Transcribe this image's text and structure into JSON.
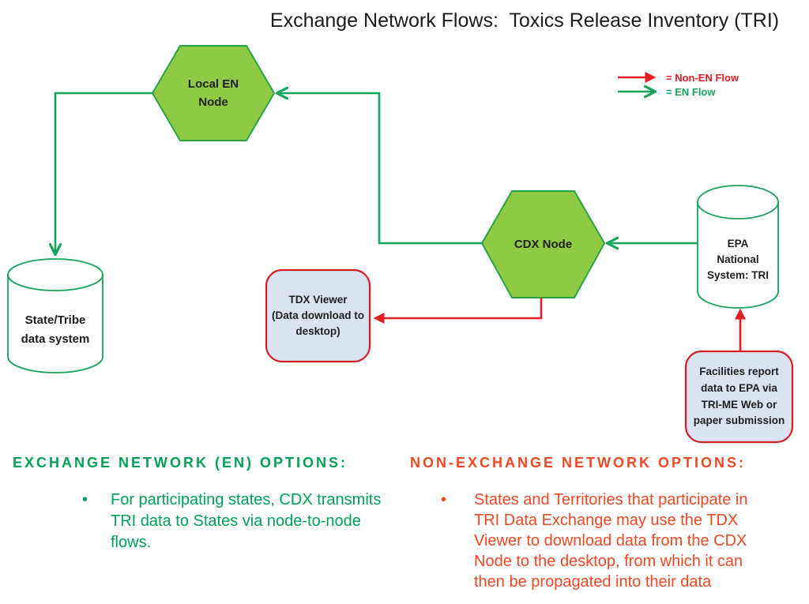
{
  "title": "Exchange Network Flows:  Toxics Release Inventory (TRI)",
  "legend": {
    "non_en_label": "= Non-EN Flow",
    "en_label": "= EN Flow"
  },
  "nodes": {
    "local_en_node": "Local EN\nNode",
    "cdx_node": "CDX Node",
    "state_tribe_system": "State/Tribe\ndata system",
    "epa_national_system": "EPA\nNational\nSystem: TRI",
    "tdx_viewer": "TDX Viewer\n(Data download to\ndesktop)",
    "facilities_report": "Facilities report\ndata to EPA via\nTRI-ME Web or\npaper submission"
  },
  "sections": {
    "en_options": {
      "heading": "EXCHANGE NETWORK (EN) OPTIONS:",
      "bullet_marker": "•",
      "bullet": "For participating states, CDX transmits\nTRI data to States via node-to-node\nflows."
    },
    "non_en_options": {
      "heading": "NON-EXCHANGE NETWORK OPTIONS:",
      "bullet_marker": "•",
      "bullet": "States and Territories that participate in\nTRI Data Exchange may use the TDX\nViewer to download data from the CDX\nNode to the desktop, from which it can\nthen be propagated into their data"
    }
  },
  "colors": {
    "en_flow_green": "#17a45c",
    "non_en_flow_red": "#e31e24",
    "hexagon_fill": "#8fca45",
    "hexagon_stroke": "#2aa344",
    "cylinder_stroke": "#17a45c",
    "box_fill": "#dbe2f0",
    "box_stroke": "#d41f26",
    "heading_green": "#00a157",
    "heading_red": "#f14824",
    "shape_text": "#1f1f1f"
  }
}
